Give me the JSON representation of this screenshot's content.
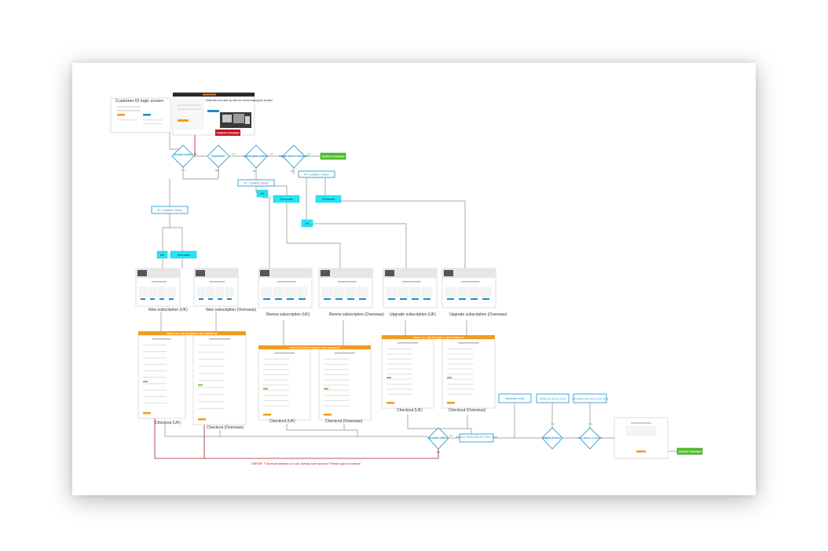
{
  "login": {
    "title": "Customer ID login screen",
    "site_heading": "Subscribe and catch up with the events shaping the industry",
    "cta": "Content Unlocked"
  },
  "decisions": {
    "account_exists": "Account exists?",
    "subscriber": "Subscriber?",
    "subscription_active": "Subscription active?",
    "digital_access": "Digital access included?",
    "account_exists_2": "Account exists?",
    "digital_access_2": "Digital Access?",
    "print_details": "Print Details provided?"
  },
  "edges": {
    "yes": "Yes",
    "no": "No"
  },
  "location_checks": {
    "label": "IP / Location Check"
  },
  "regions": {
    "uk": "UK",
    "overseas": "Overseas"
  },
  "terminal": {
    "content_unlocked": "Content Unlocked"
  },
  "pages": {
    "new_uk": "New subscription (UK)",
    "new_overseas": "New subscription (Overseas)",
    "renew_uk": "Renew subscription (UK)",
    "renew_overseas": "Renew subscription (Overseas)",
    "upgrade_uk": "Upgrade subscription (UK)",
    "upgrade_overseas": "Upgrade subscription (Overseas)"
  },
  "checkouts": {
    "uk": "Checkout (UK)",
    "overseas": "Checkout (Overseas)",
    "banner": "CHECK ALL FIELDS HERE IF NOT SIGNED IN"
  },
  "post_checkout": {
    "shipping": "Shipping / Billing Address Create Check",
    "welcome": "Welcome email",
    "mobile_app": "Mobile app access email",
    "print_details": "Print Details with a link to enter detail"
  },
  "error": {
    "message": "ERROR: \"This email address is in use. Already have account? Please login to continue\""
  },
  "colors": {
    "flow_blue": "#1c8dc8",
    "cyan_box": "#22e6f5",
    "green_terminal": "#4fbf2b",
    "orange_banner": "#f29b1d",
    "error_red": "#a31c1c",
    "connector_grey": "#8a8a8a"
  }
}
